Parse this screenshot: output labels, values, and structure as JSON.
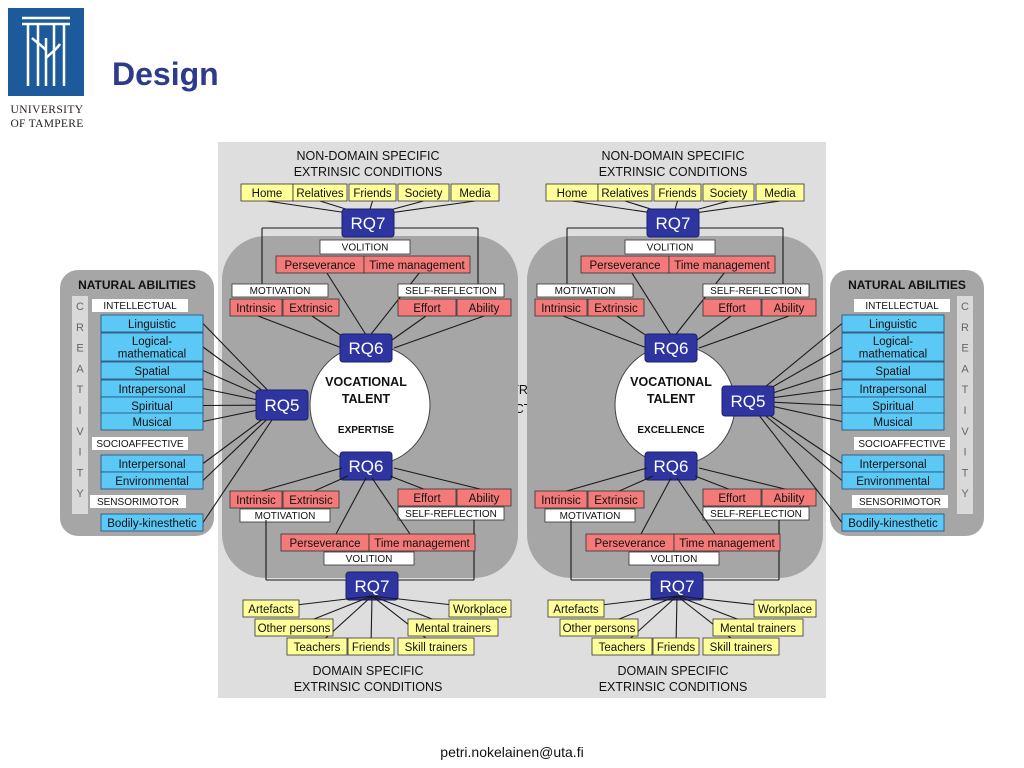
{
  "logo": {
    "line1": "UNIVERSITY",
    "line2": "OF TAMPERE"
  },
  "title": "Design",
  "footer_email": "petri.nokelainen@uta.fi",
  "colors": {
    "rq_box": "#2e35a0",
    "yellow": "#ffff99",
    "red": "#f47a7a",
    "blue": "#5bc8f5",
    "panel": "#a6a6a6",
    "background": "#dedede"
  },
  "center": {
    "intrinsic_line1": "INTRINSIC",
    "intrinsic_line2": "CHARACTERISTICS"
  },
  "panels": [
    {
      "non_domain_line1": "NON-DOMAIN SPECIFIC",
      "non_domain_line2": "EXTRINSIC CONDITIONS",
      "top_items": [
        "Home",
        "Relatives",
        "Friends",
        "Society",
        "Media"
      ],
      "rq7_top": "RQ7",
      "volition": "VOLITION",
      "perseverance": "Perseverance",
      "time_management": "Time management",
      "motivation": "MOTIVATION",
      "self_reflection": "SELF-REFLECTION",
      "intrinsic": "Intrinsic",
      "extrinsic": "Extrinsic",
      "effort": "Effort",
      "ability": "Ability",
      "rq6_top": "RQ6",
      "talent_line1": "VOCATIONAL",
      "talent_line2": "TALENT",
      "talent_line3": "EXPERTISE",
      "rq5": "RQ5",
      "rq6_bottom": "RQ6",
      "motivation_bottom": "MOTIVATION",
      "self_reflection_bottom": "SELF-REFLECTION",
      "intrinsic_bottom": "Intrinsic",
      "extrinsic_bottom": "Extrinsic",
      "effort_bottom": "Effort",
      "ability_bottom": "Ability",
      "perseverance_bottom": "Perseverance",
      "time_management_bottom": "Time management",
      "volition_bottom": "VOLITION",
      "rq7_bottom": "RQ7",
      "bottom_items": [
        "Artefacts",
        "Other persons",
        "Teachers",
        "Friends",
        "Skill trainers",
        "Mental trainers",
        "Workplace"
      ],
      "domain_line1": "DOMAIN SPECIFIC",
      "domain_line2": "EXTRINSIC CONDITIONS"
    },
    {
      "non_domain_line1": "NON-DOMAIN SPECIFIC",
      "non_domain_line2": "EXTRINSIC CONDITIONS",
      "top_items": [
        "Home",
        "Relatives",
        "Friends",
        "Society",
        "Media"
      ],
      "rq7_top": "RQ7",
      "volition": "VOLITION",
      "perseverance": "Perseverance",
      "time_management": "Time management",
      "motivation": "MOTIVATION",
      "self_reflection": "SELF-REFLECTION",
      "intrinsic": "Intrinsic",
      "extrinsic": "Extrinsic",
      "effort": "Effort",
      "ability": "Ability",
      "rq6_top": "RQ6",
      "talent_line1": "VOCATIONAL",
      "talent_line2": "TALENT",
      "talent_line3": "EXCELLENCE",
      "rq5": "RQ5",
      "rq6_bottom": "RQ6",
      "motivation_bottom": "MOTIVATION",
      "self_reflection_bottom": "SELF-REFLECTION",
      "intrinsic_bottom": "Intrinsic",
      "extrinsic_bottom": "Extrinsic",
      "effort_bottom": "Effort",
      "ability_bottom": "Ability",
      "perseverance_bottom": "Perseverance",
      "time_management_bottom": "Time management",
      "volition_bottom": "VOLITION",
      "rq7_bottom": "RQ7",
      "bottom_items": [
        "Artefacts",
        "Other persons",
        "Teachers",
        "Friends",
        "Skill trainers",
        "Mental trainers",
        "Workplace"
      ],
      "domain_line1": "DOMAIN SPECIFIC",
      "domain_line2": "EXTRINSIC CONDITIONS"
    }
  ],
  "natural_abilities": [
    {
      "title": "NATURAL ABILITIES",
      "intellectual": "INTELLECTUAL",
      "intellectual_items": [
        "Linguistic",
        "Logical-\nmathematical",
        "Spatial",
        "Intrapersonal",
        "Spiritual",
        "Musical"
      ],
      "socioaffective": "SOCIOAFFECTIVE",
      "socio_items": [
        "Interpersonal",
        "Environmental"
      ],
      "sensorimotor": "SENSORIMOTOR",
      "sensor_items": [
        "Bodily-kinesthetic"
      ],
      "creativity": [
        "C",
        "R",
        "E",
        "A",
        "T",
        "I",
        "V",
        "I",
        "T",
        "Y"
      ]
    },
    {
      "title": "NATURAL ABILITIES",
      "intellectual": "INTELLECTUAL",
      "intellectual_items": [
        "Linguistic",
        "Logical-\nmathematical",
        "Spatial",
        "Intrapersonal",
        "Spiritual",
        "Musical"
      ],
      "socioaffective": "SOCIOAFFECTIVE",
      "socio_items": [
        "Interpersonal",
        "Environmental"
      ],
      "sensorimotor": "SENSORIMOTOR",
      "sensor_items": [
        "Bodily-kinesthetic"
      ],
      "creativity": [
        "C",
        "R",
        "E",
        "A",
        "T",
        "I",
        "V",
        "I",
        "T",
        "Y"
      ]
    }
  ]
}
